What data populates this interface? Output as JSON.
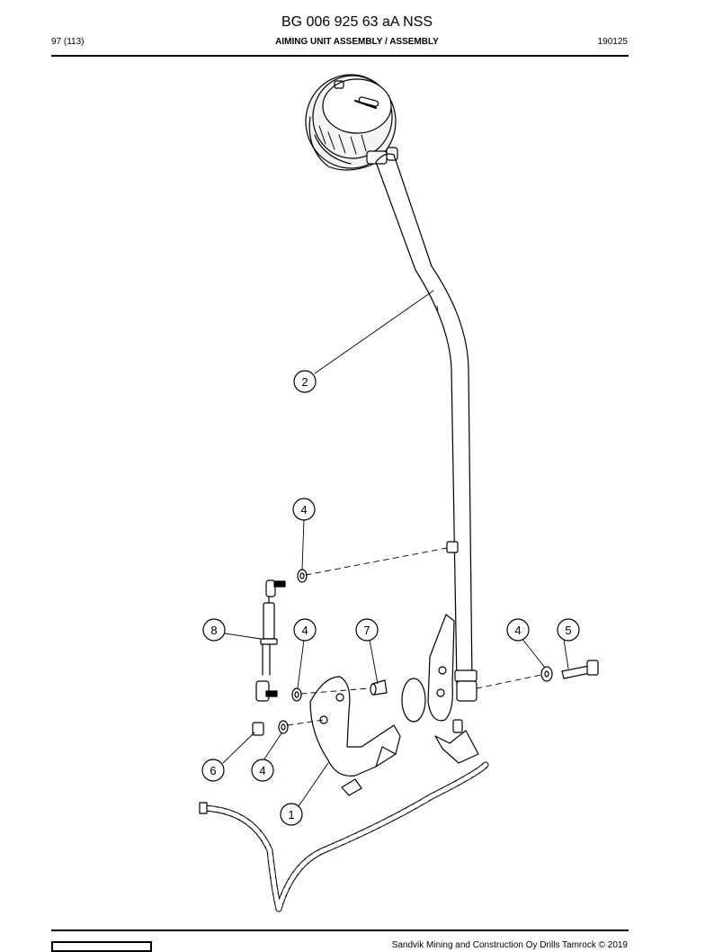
{
  "header": {
    "doc_title": "BG 006 925 63 aA NSS",
    "page": "97 (113)",
    "section": "AIMING UNIT ASSEMBLY / ASSEMBLY",
    "date": "190125"
  },
  "callouts": [
    {
      "id": "c1",
      "label": "1"
    },
    {
      "id": "c2",
      "label": "2"
    },
    {
      "id": "c3",
      "label": "4"
    },
    {
      "id": "c4",
      "label": "8"
    },
    {
      "id": "c5",
      "label": "4"
    },
    {
      "id": "c6",
      "label": "7"
    },
    {
      "id": "c7",
      "label": "4"
    },
    {
      "id": "c8",
      "label": "5"
    },
    {
      "id": "c9",
      "label": "6"
    },
    {
      "id": "c10",
      "label": "4"
    }
  ],
  "footer": {
    "copyright": "Sandvik Mining and Construction Oy Drills Tamrock © 2019"
  }
}
